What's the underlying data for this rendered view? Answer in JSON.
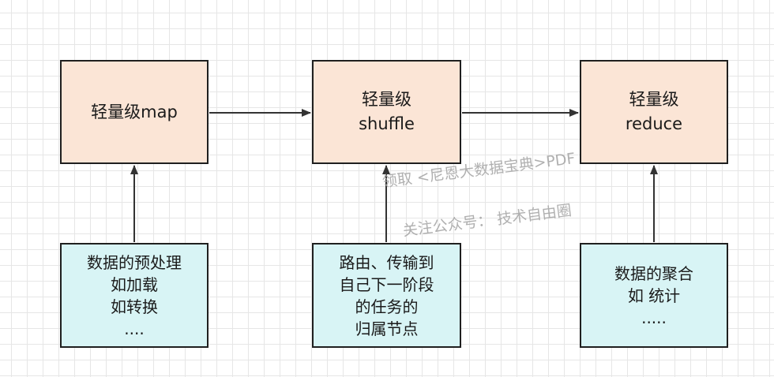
{
  "stages": {
    "map": {
      "lines": [
        "轻量级map"
      ]
    },
    "shuffle": {
      "lines": [
        "轻量级",
        "shuffle"
      ]
    },
    "reduce": {
      "lines": [
        "轻量级",
        "reduce"
      ]
    }
  },
  "notes": {
    "map": {
      "lines": [
        "数据的预处理",
        "如加载",
        "如转换",
        "...."
      ]
    },
    "shuffle": {
      "lines": [
        "路由、传输到",
        "自己下一阶段",
        "的任务的",
        "归属节点"
      ]
    },
    "reduce": {
      "lines": [
        "数据的聚合",
        "如 统计",
        "....."
      ]
    }
  },
  "watermark": {
    "line1": "领取 <尼恩大数据宝典>PDF",
    "line2": "关注公众号： 技术自由圈"
  },
  "colors": {
    "stage_fill": "#fbe5d6",
    "note_fill": "#d8f4f5",
    "stroke": "#1f1f1f",
    "arrow": "#333333"
  }
}
